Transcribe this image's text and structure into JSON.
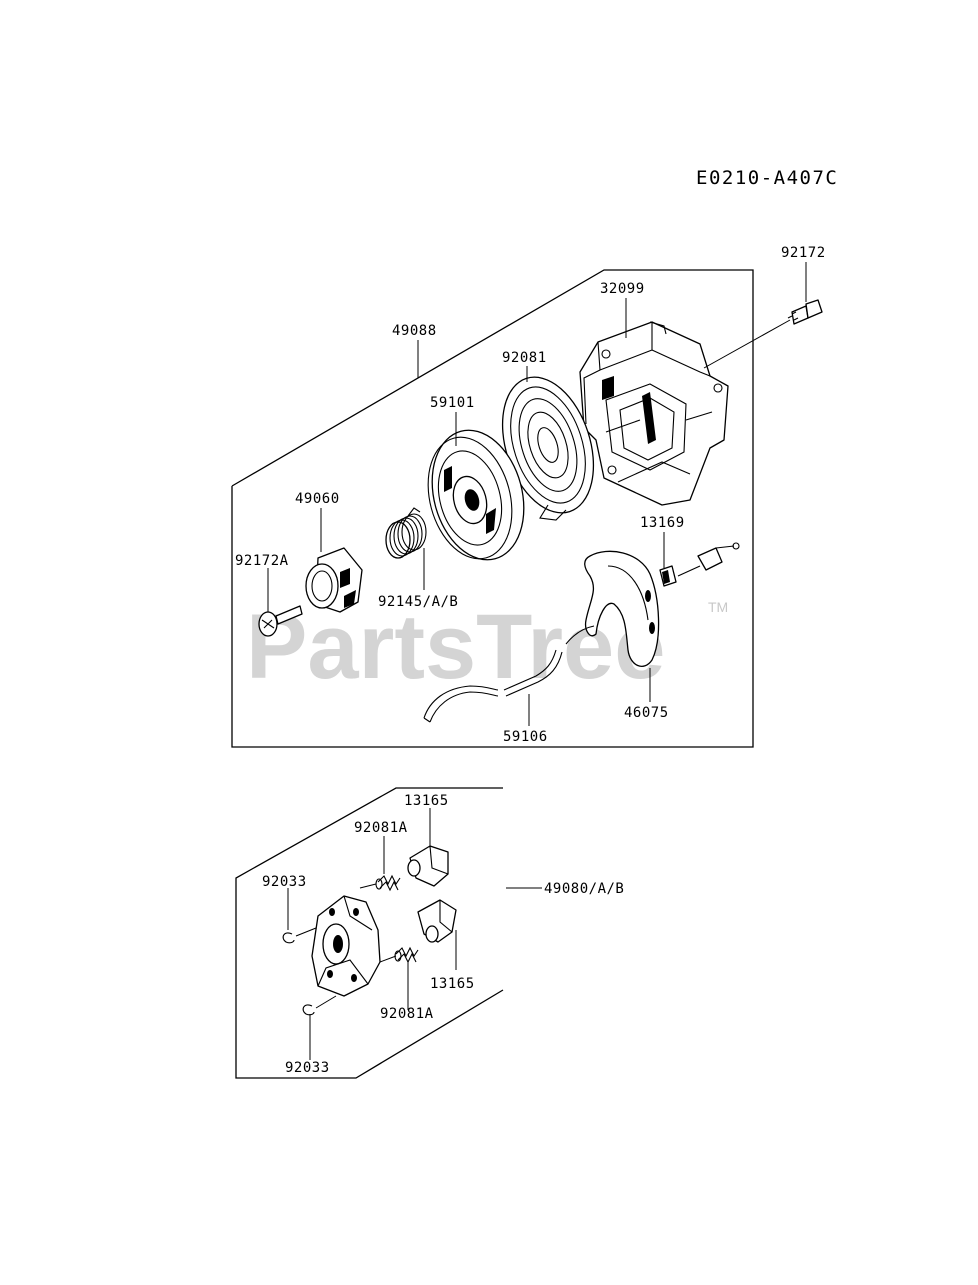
{
  "diagram_code": "E0210-A407C",
  "watermark": {
    "text": "PartsTree",
    "trademark": "TM"
  },
  "assembly_upper": {
    "labels": [
      "92172",
      "32099",
      "49088",
      "92081",
      "59101",
      "49060",
      "92172A",
      "92145/A/B",
      "13169",
      "59106",
      "46075"
    ]
  },
  "assembly_lower": {
    "labels": [
      "13165",
      "92081A",
      "92033",
      "49080/A/B",
      "13165",
      "92081A",
      "92033"
    ]
  }
}
